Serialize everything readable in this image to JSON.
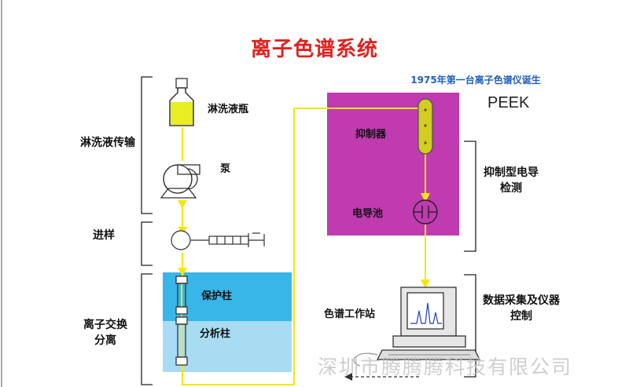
{
  "title": "离子色谱系统",
  "subtitle": "1975年第一台离子色谱仪诞生",
  "material_label": "PEEK",
  "stages": {
    "eluent_delivery": "淋洗液传输",
    "injection": "进样",
    "separation": "离子交换分离",
    "detection": "抑制型电导检测",
    "data": "数据采集及仪器控制"
  },
  "components": {
    "eluent_bottle": "淋洗液瓶",
    "pump": "泵",
    "suppressor": "抑制器",
    "conductivity_cell": "电导池",
    "guard_column": "保护柱",
    "analytical_column": "分析柱",
    "workstation": "色谱工作站"
  },
  "watermark": "深圳市腾腾腾科技有限公司",
  "colors": {
    "title": "#e0221f",
    "subtitle": "#1f5fbf",
    "flow_line": "#f5e60a",
    "detector_box": "#c03ab0",
    "guard_column_bg": "#39b6e8",
    "analytical_column_bg": "#a8dcf3",
    "suppressor_fill": "#d4cc1e"
  }
}
